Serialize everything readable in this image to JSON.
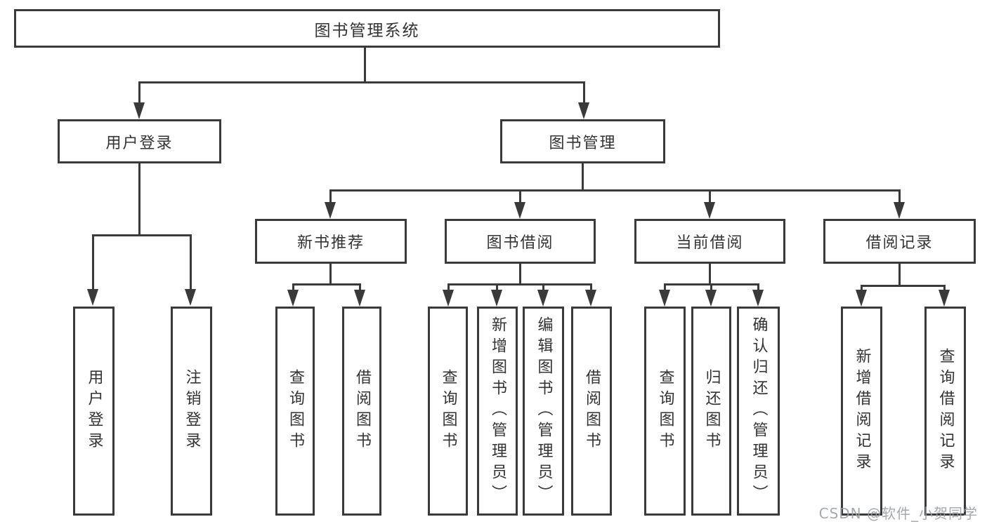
{
  "tree": {
    "root": {
      "label": "图书管理系统"
    },
    "branches": [
      {
        "label": "用户登录",
        "children": [
          {
            "label": "用户登录"
          },
          {
            "label": "注销登录"
          }
        ]
      },
      {
        "label": "图书管理",
        "children": [
          {
            "label": "新书推荐",
            "children": [
              {
                "label": "查询图书"
              },
              {
                "label": "借阅图书"
              }
            ]
          },
          {
            "label": "图书借阅",
            "children": [
              {
                "label": "查询图书"
              },
              {
                "label": "新增图书（管理员）"
              },
              {
                "label": "编辑图书（管理员）"
              },
              {
                "label": "借阅图书"
              }
            ]
          },
          {
            "label": "当前借阅",
            "children": [
              {
                "label": "查询图书"
              },
              {
                "label": "归还图书"
              },
              {
                "label": "确认归还（管理员）"
              }
            ]
          },
          {
            "label": "借阅记录",
            "children": [
              {
                "label": "新增借阅记录"
              },
              {
                "label": "查询借阅记录"
              }
            ]
          }
        ]
      }
    ]
  },
  "watermark": "CSDN @软件_小贺同学",
  "colors": {
    "line": "#3a3a3a",
    "text": "#333333",
    "box_background": "#ffffff",
    "page_background": "#ffffff",
    "watermark": "#9aa0a6"
  }
}
